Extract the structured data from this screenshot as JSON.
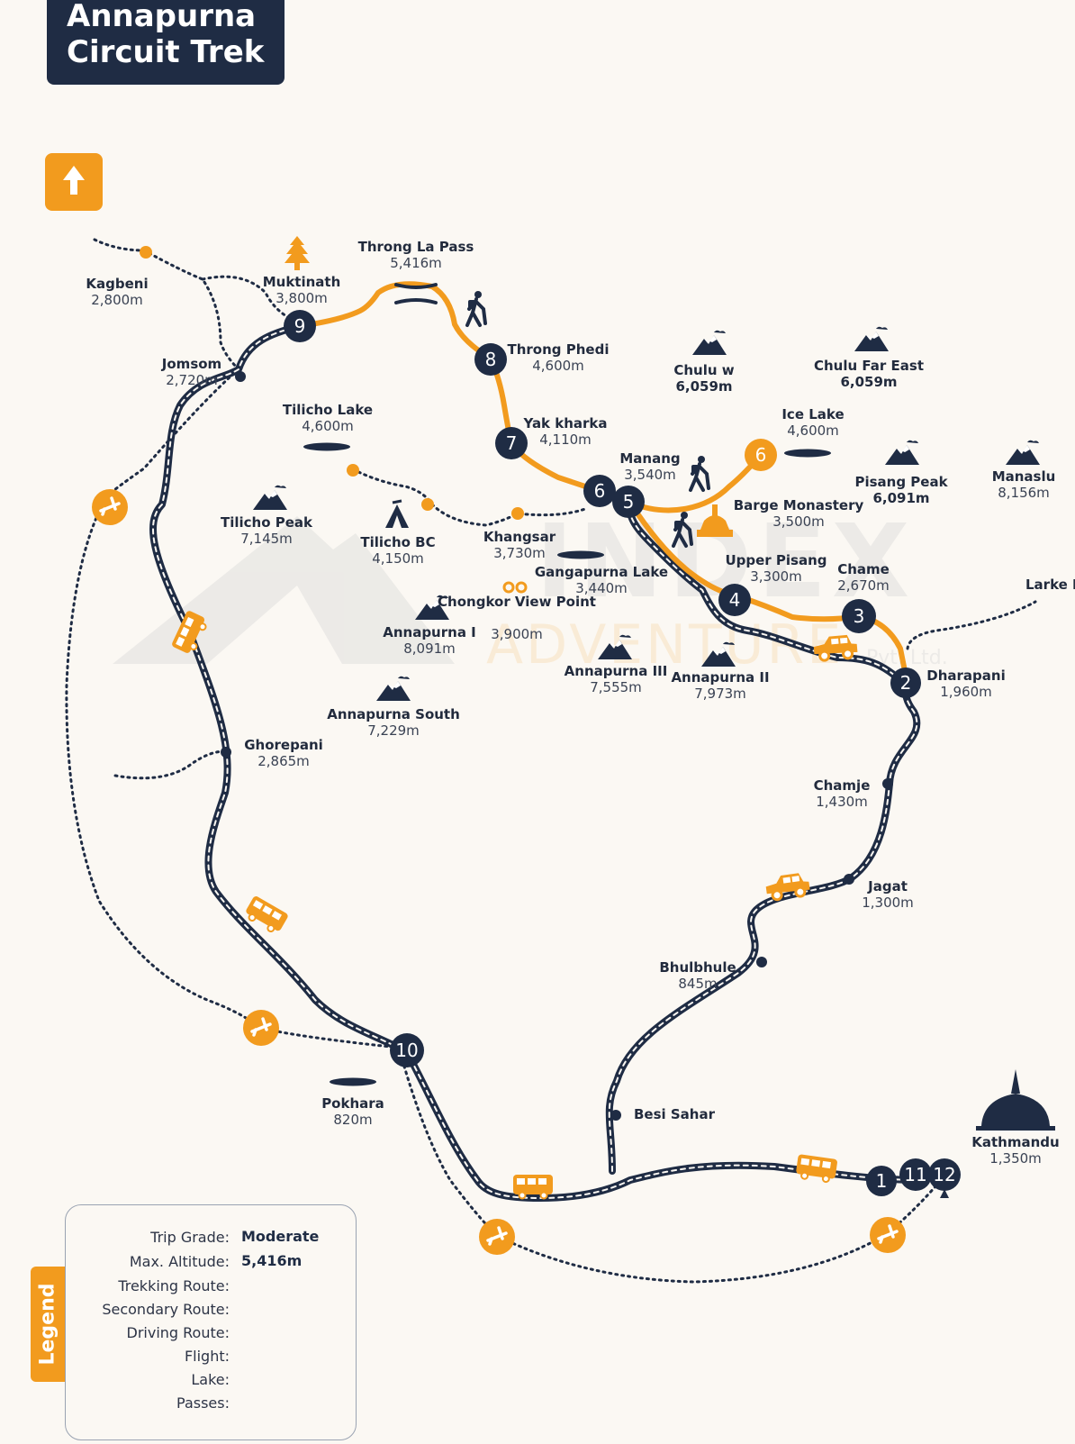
{
  "title": {
    "line1": "Annapurna",
    "line2": "Circuit Trek"
  },
  "watermark": {
    "line1": "INDEX",
    "line2": "ADVENTURE",
    "suffix": "Pvt. Ltd."
  },
  "colors": {
    "navy": "#1f2c44",
    "orange": "#f29b1e",
    "background": "#fbf8f3"
  },
  "icons": {
    "north": "north-arrow-icon",
    "mountain": "mountain-peak-icon",
    "bus": "bus-icon",
    "jeep": "jeep-icon",
    "plane": "plane-icon",
    "hiker": "hiker-icon",
    "tent": "tent-icon",
    "stupa": "stupa-icon",
    "binoculars": "binoculars-icon",
    "pass": "pass-icon"
  },
  "places": [
    {
      "name": "Kagbeni",
      "alt": "2,800m"
    },
    {
      "name": "Muktinath",
      "alt": "3,800m"
    },
    {
      "name": "Throng La Pass",
      "alt": "5,416m"
    },
    {
      "name": "Jomsom",
      "alt": "2,720m"
    },
    {
      "name": "Throng Phedi",
      "alt": "4,600m"
    },
    {
      "name": "Chulu w",
      "alt": "6,059m"
    },
    {
      "name": "Chulu Far East",
      "alt": "6,059m"
    },
    {
      "name": "Tilicho Lake",
      "alt": "4,600m"
    },
    {
      "name": "Yak kharka",
      "alt": "4,110m"
    },
    {
      "name": "Ice Lake",
      "alt": "4,600m"
    },
    {
      "name": "Manang",
      "alt": "3,540m"
    },
    {
      "name": "Pisang Peak",
      "alt": "6,091m"
    },
    {
      "name": "Manaslu",
      "alt": "8,156m"
    },
    {
      "name": "Barge Monastery",
      "alt": "3,500m"
    },
    {
      "name": "Tilicho Peak",
      "alt": "7,145m"
    },
    {
      "name": "Tilicho BC",
      "alt": "4,150m"
    },
    {
      "name": "Khangsar",
      "alt": "3,730m"
    },
    {
      "name": "Gangapurna Lake",
      "alt": "3,440m"
    },
    {
      "name": "Upper Pisang",
      "alt": "3,300m"
    },
    {
      "name": "Chame",
      "alt": "2,670m"
    },
    {
      "name": "Larke P",
      "alt": ""
    },
    {
      "name": "Chongkor View Point",
      "alt": "3,900m"
    },
    {
      "name": "Annapurna I",
      "alt": "8,091m"
    },
    {
      "name": "Annapurna III",
      "alt": "7,555m"
    },
    {
      "name": "Annapurna II",
      "alt": "7,973m"
    },
    {
      "name": "Dharapani",
      "alt": "1,960m"
    },
    {
      "name": "Annapurna South",
      "alt": "7,229m"
    },
    {
      "name": "Ghorepani",
      "alt": "2,865m"
    },
    {
      "name": "Chamje",
      "alt": "1,430m"
    },
    {
      "name": "Jagat",
      "alt": "1,300m"
    },
    {
      "name": "Bhulbhule",
      "alt": "845m"
    },
    {
      "name": "Pokhara",
      "alt": "820m"
    },
    {
      "name": "Besi Sahar",
      "alt": ""
    },
    {
      "name": "Kathmandu",
      "alt": "1,350m"
    }
  ],
  "stops": [
    "1",
    "2",
    "3",
    "4",
    "5",
    "6",
    "6",
    "7",
    "8",
    "9",
    "10",
    "11",
    "12"
  ],
  "legend": {
    "tab": "Legend",
    "trip_grade_label": "Trip Grade:",
    "trip_grade": "Moderate",
    "max_alt_label": "Max. Altitude:",
    "max_alt": "5,416m",
    "trekking": "Trekking Route:",
    "secondary": "Secondary Route:",
    "driving": "Driving Route:",
    "flight": "Flight:",
    "lake": "Lake:",
    "passes": "Passes:"
  }
}
